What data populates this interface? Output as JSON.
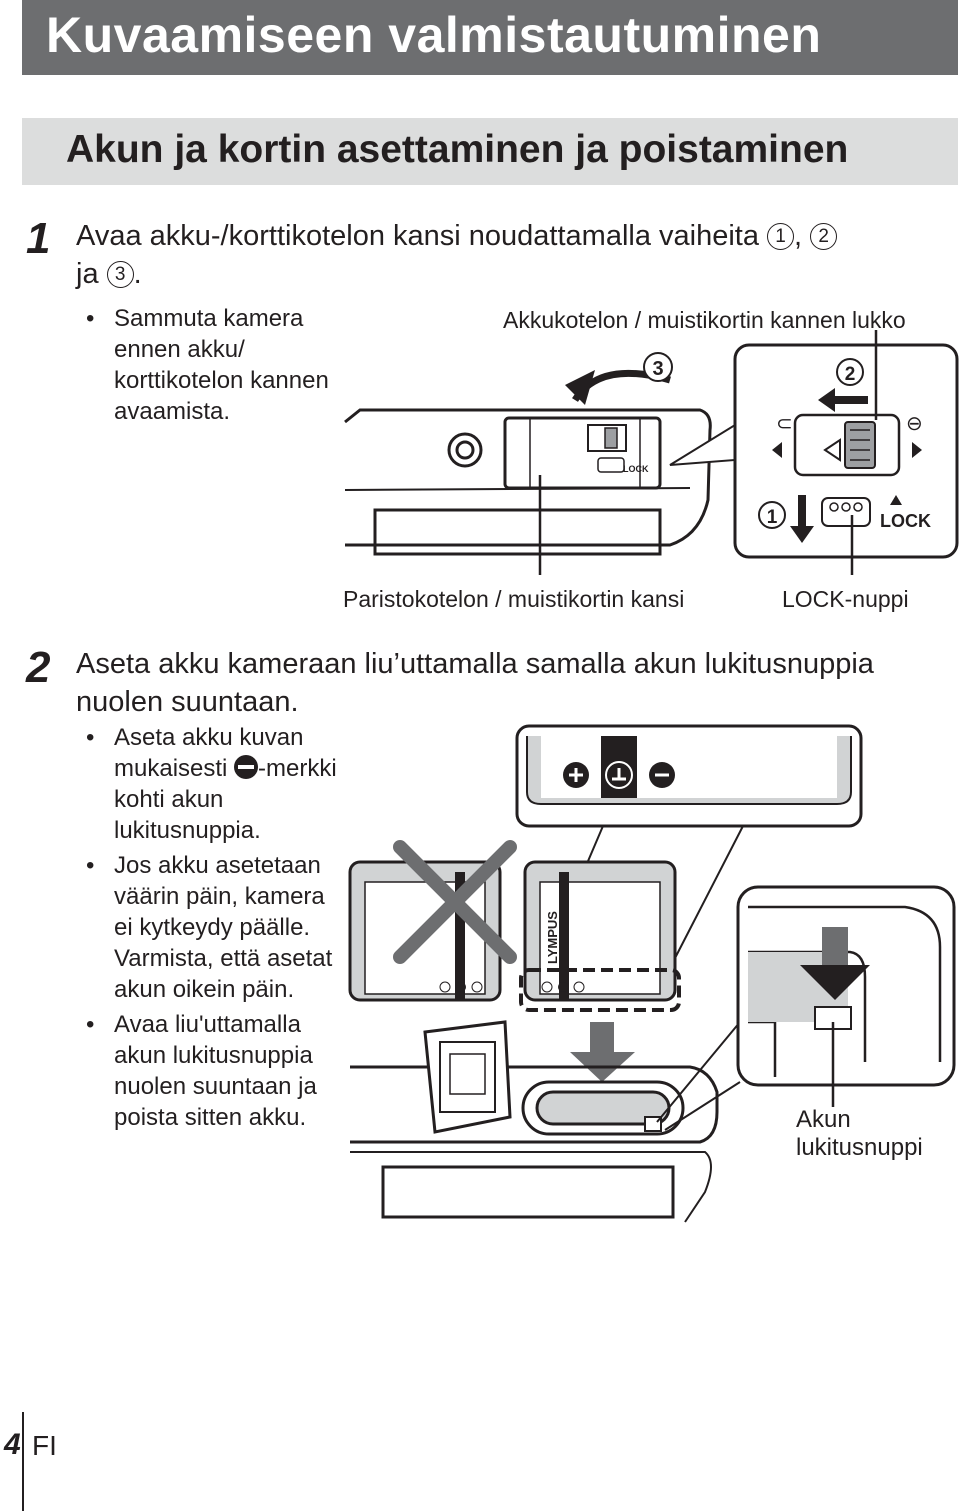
{
  "header": {
    "title": "Kuvaamiseen valmistautuminen",
    "subtitle": "Akun ja kortin asettaminen ja poistaminen"
  },
  "step1": {
    "number": "1",
    "text_a": "Avaa akku-/korttikotelon kansi noudattamalla vaiheita ",
    "c1": "1",
    "comma": ", ",
    "c2": "2",
    "text_b": "ja ",
    "c3": "3",
    "text_c": ".",
    "bullets": [
      "Sammuta kamera ennen akku/ korttikotelon kannen avaamista."
    ],
    "labels": {
      "lock_cover": "Akkukotelon / muistikortin kannen lukko",
      "cover": "Paristokotelon / muistikortin kansi",
      "lock_knob": "LOCK-nuppi"
    },
    "diagram": {
      "num1": "1",
      "num2": "2",
      "num3": "3",
      "lock_text": "LOCK",
      "lock_small": "LOCK"
    }
  },
  "step2": {
    "number": "2",
    "text": "Aseta akku kameraan liu’uttamalla samalla akun lukitusnuppia nuolen suuntaan.",
    "bullet1_a": "Aseta akku kuvan mukaisesti ",
    "bullet1_b": "-merkki kohti akun lukitusnuppia.",
    "bullet2": "Jos akku asetetaan väärin päin, kamera ei kytkeydy päälle. Varmista, että asetat akun oikein päin.",
    "bullet3": "Avaa liu'uttamalla akun lukitusnuppia nuolen suuntaan ja poista sitten akku.",
    "label_lock": "Akun lukitusnuppi",
    "battery_text": "LYMPUS"
  },
  "footer": {
    "page_number": "4",
    "lang": "FI"
  }
}
